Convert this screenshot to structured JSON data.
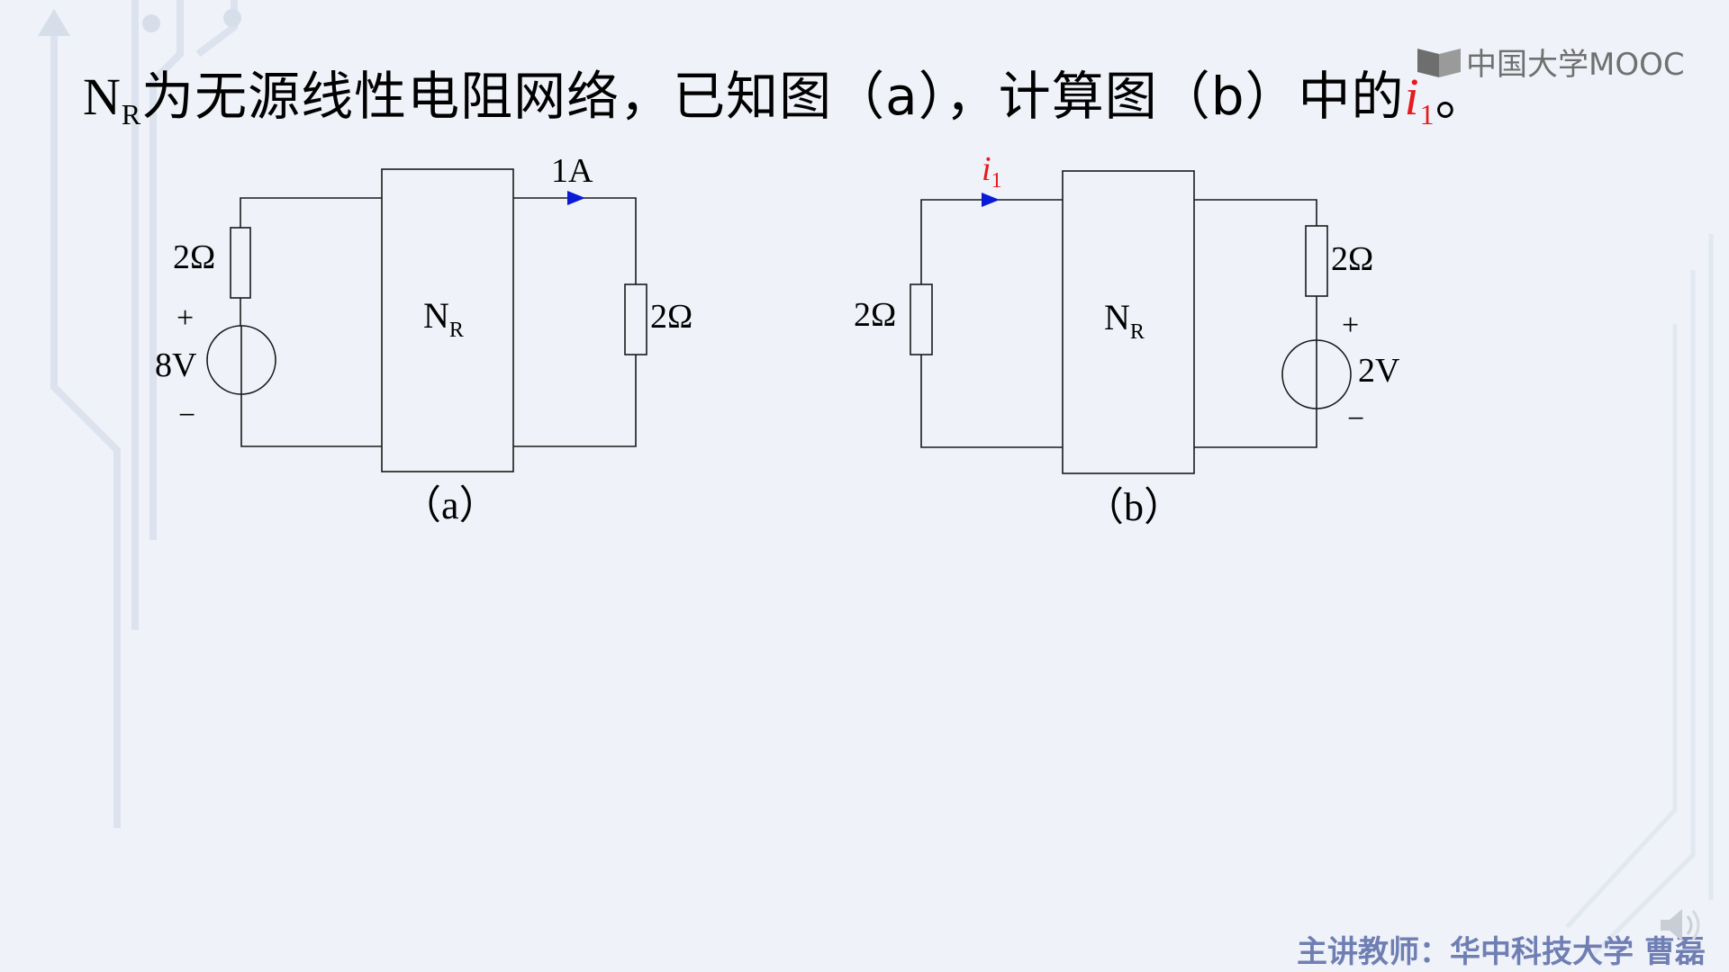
{
  "title": {
    "n_symbol": "N",
    "n_subscript": "R",
    "text": "为无源线性电阻网络，已知图（a），计算图（b）中的",
    "var_symbol": "i",
    "var_subscript": "1",
    "end_punct": "。"
  },
  "logo": {
    "text": "中国大学MOOC"
  },
  "circuit_a": {
    "left_resistor": "2Ω",
    "source_plus": "+",
    "source_value": "8V",
    "source_minus": "−",
    "network": "N",
    "network_sub": "R",
    "current_label": "1A",
    "right_resistor": "2Ω",
    "caption": "（a）"
  },
  "circuit_b": {
    "current_symbol": "i",
    "current_sub": "1",
    "left_resistor": "2Ω",
    "network": "N",
    "network_sub": "R",
    "right_resistor": "2Ω",
    "source_plus": "+",
    "source_value": "2V",
    "source_minus": "−",
    "caption": "（b）"
  },
  "footer": {
    "text": "主讲教师：华中科技大学 曹磊"
  },
  "colors": {
    "accent_red": "#e8191d",
    "arrow_blue": "#0a1bd8",
    "footer": "#6f7fb4"
  }
}
